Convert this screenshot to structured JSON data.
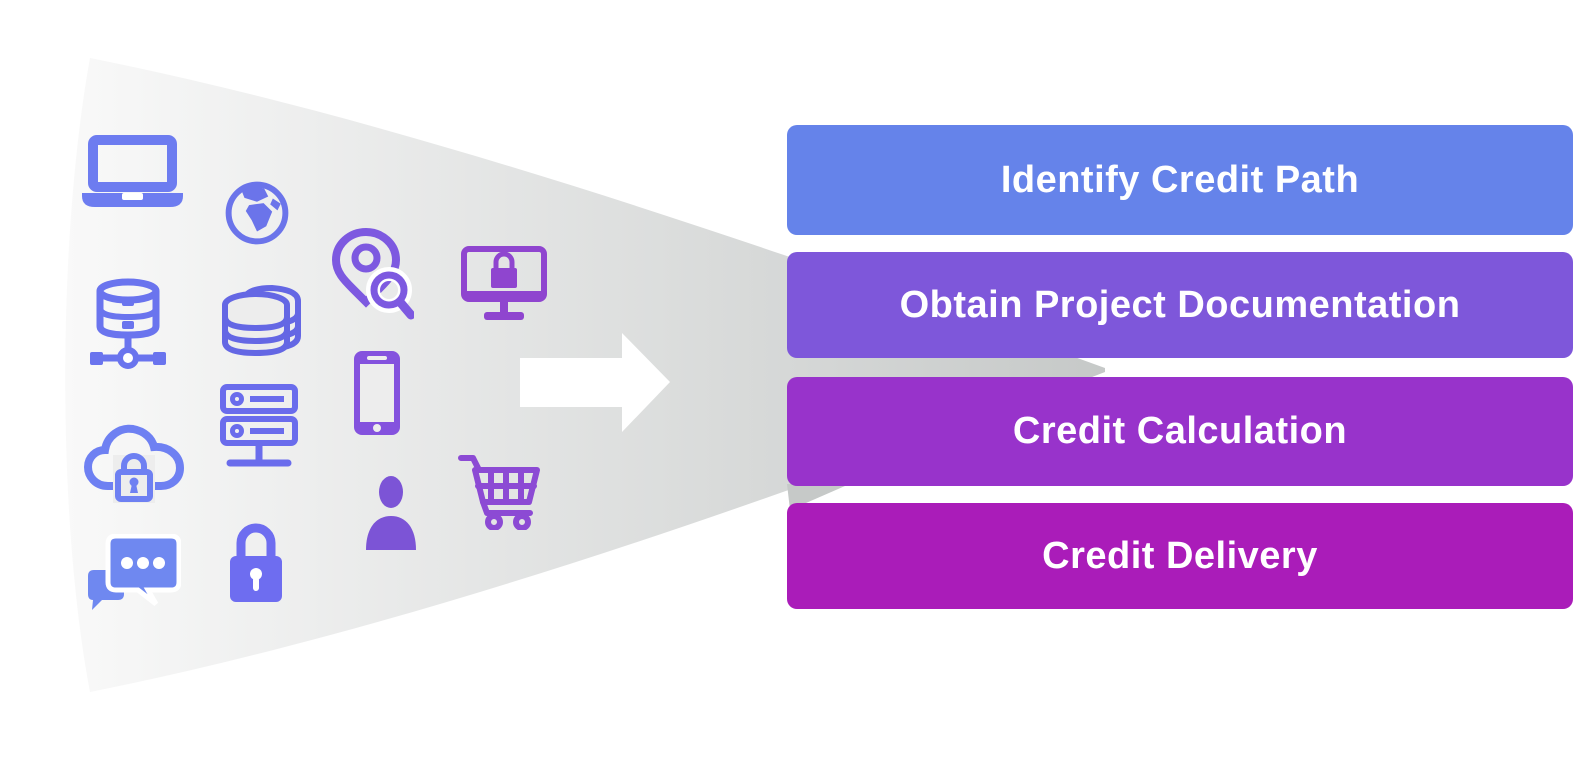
{
  "diagram": {
    "description": "Funnel of data-source icons flowing via arrow into four credit process stages",
    "stages": [
      {
        "label": "Identify Credit Path",
        "color": "#6583ea"
      },
      {
        "label": "Obtain Project Documentation",
        "color": "#7e57da"
      },
      {
        "label": "Credit Calculation",
        "color": "#9833cb"
      },
      {
        "label": "Credit Delivery",
        "color": "#aa1cb9"
      }
    ],
    "text_color": "#ffffff",
    "funnel": {
      "gradient_start": "#f9f9f9",
      "gradient_end": "#c6c9c8",
      "arrow_color": "#ffffff"
    },
    "icons": [
      {
        "name": "laptop-icon",
        "color": "#6d7cf0"
      },
      {
        "name": "globe-icon",
        "color": "#6b74ea"
      },
      {
        "name": "database-server-icon",
        "color": "#6a74ee"
      },
      {
        "name": "database-stack-icon",
        "color": "#6467e4"
      },
      {
        "name": "location-search-icon",
        "color": "#7d59e0"
      },
      {
        "name": "secure-monitor-icon",
        "color": "#8f45cf"
      },
      {
        "name": "smartphone-icon",
        "color": "#8452de"
      },
      {
        "name": "server-rack-icon",
        "color": "#6a6cec"
      },
      {
        "name": "secure-cloud-icon",
        "color": "#6e80f2"
      },
      {
        "name": "person-icon",
        "color": "#7c54d6"
      },
      {
        "name": "shopping-cart-icon",
        "color": "#8c4ad4"
      },
      {
        "name": "chat-icon",
        "color": "#6f88f0"
      },
      {
        "name": "padlock-icon",
        "color": "#6e6df0"
      }
    ]
  }
}
